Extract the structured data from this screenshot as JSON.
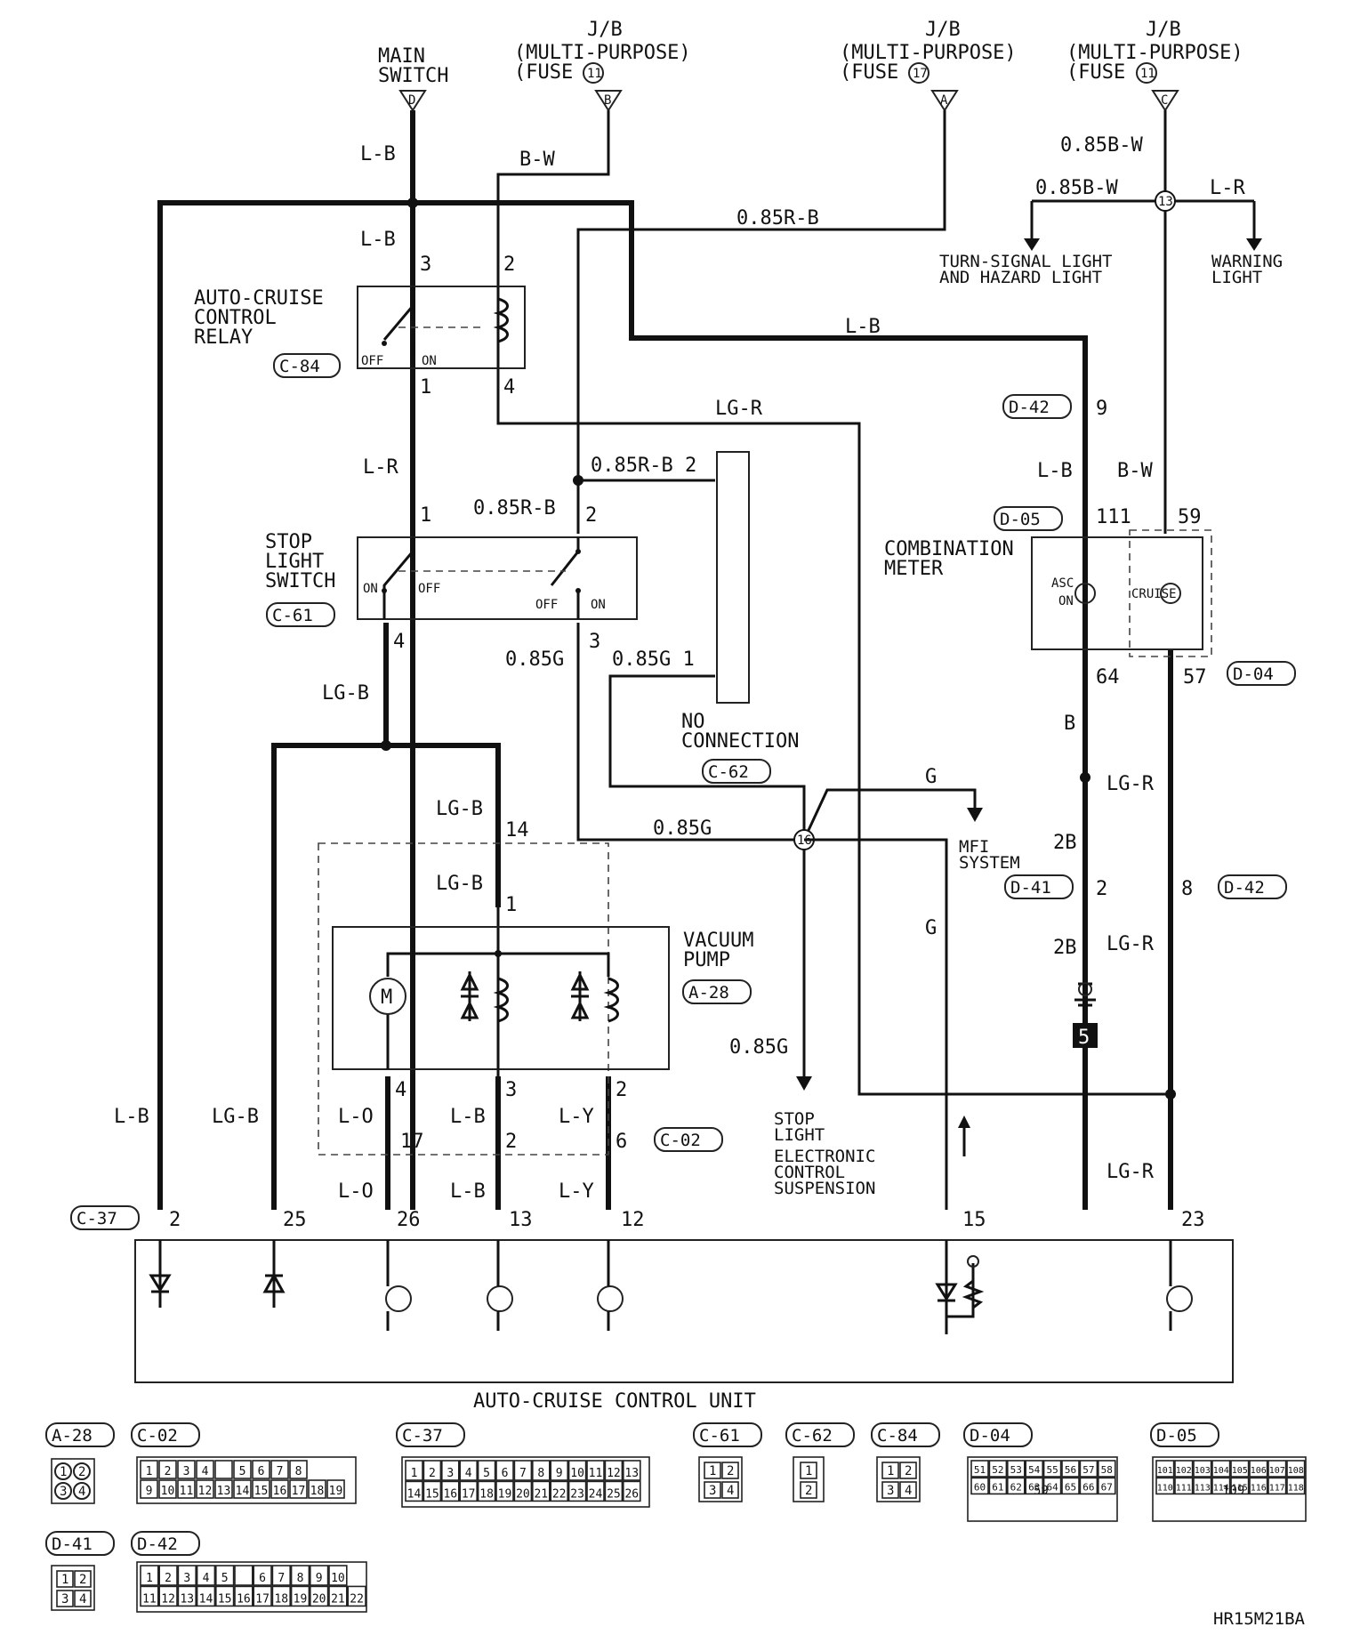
{
  "sources": {
    "main_switch": {
      "line1": "MAIN",
      "line2": "SWITCH",
      "pin": "D"
    },
    "jb_fuse11_b": {
      "line0": "J/B",
      "line1": "(MULTI-PURPOSE)",
      "line2": "(FUSE",
      "fuse": "11",
      "pin": "B"
    },
    "jb_fuse17_a": {
      "line0": "J/B",
      "line1": "(MULTI-PURPOSE)",
      "line2": "(FUSE",
      "fuse": "17",
      "pin": "A"
    },
    "jb_fuse11_c": {
      "line0": "J/B",
      "line1": "(MULTI-PURPOSE)",
      "line2": "(FUSE",
      "fuse": "11",
      "pin": "C"
    }
  },
  "wires": {
    "lb_top": "L-B",
    "bw_top": "B-W",
    "r085rb": "0.85R-B",
    "b085bw_v": "0.85B-W",
    "b085bw_h": "0.85B-W",
    "lr_warn": "L-R",
    "lb_relay_in": "L-B",
    "lb_meter": "L-B",
    "lgr_relay4": "LG-R",
    "lr_relay_out": "L-R",
    "r085rb_2": "0.85R-B 2",
    "r085rb_sw": "0.85R-B",
    "lgb_stop4": "LG-B",
    "g085_stop3": "0.85G",
    "g085_c62": "0.85G 1",
    "lgb_14": "LG-B",
    "lgb_1": "LG-B",
    "g085_junction": "0.85G",
    "g_mfi": "G",
    "g_ecu15": "G",
    "g085_stoplight": "0.85G",
    "lb_meter_in": "L-B",
    "bw_meter_in": "B-W",
    "b_meter_out": "B",
    "lgr_meter_out": "LG-R",
    "b2_a": "2B",
    "b2_b": "2B",
    "lgr_d42": "LG-R",
    "lgr_23": "LG-R",
    "lb_left": "L-B",
    "lgb_left": "LG-B",
    "lo_up": "L-O",
    "lb_up": "L-B",
    "ly_up": "L-Y",
    "lo_dn": "L-O",
    "lb_dn": "L-B",
    "ly_dn": "L-Y"
  },
  "components": {
    "relay": {
      "l1": "AUTO-CRUISE",
      "l2": "CONTROL",
      "l3": "RELAY",
      "conn": "C-84",
      "off": "OFF",
      "on": "ON",
      "p3": "3",
      "p2": "2",
      "p1": "1",
      "p4": "4"
    },
    "stop_switch": {
      "l1": "STOP",
      "l2": "LIGHT",
      "l3": "SWITCH",
      "conn": "C-61",
      "on1": "ON",
      "off1": "OFF",
      "off2": "OFF",
      "on2": "ON",
      "p1": "1",
      "p2": "2",
      "p4": "4",
      "p3": "3"
    },
    "no_conn": {
      "l1": "NO",
      "l2": "CONNECTION",
      "conn": "C-62"
    },
    "vacuum_pump": {
      "l1": "VACUUM",
      "l2": "PUMP",
      "conn": "A-28",
      "p4": "4",
      "p3": "3",
      "p2": "2",
      "p1": "1",
      "p14": "14",
      "p17": "17",
      "p2b": "2",
      "p6": "6",
      "conn2": "C-02",
      "motor": "M"
    },
    "meter": {
      "l1": "COMBINATION",
      "l2": "METER",
      "asc1": "ASC",
      "asc2": "ON",
      "cruise": "CRUISE",
      "p111": "111",
      "p59": "59",
      "p64": "64",
      "p57": "57",
      "conn_d05": "D-05",
      "conn_d04": "D-04",
      "conn_d42": "D-42",
      "p9": "9"
    },
    "splice13": "13",
    "splice16": "16",
    "turn_signal": {
      "l1": "TURN-SIGNAL LIGHT",
      "l2": "AND HAZARD LIGHT"
    },
    "warning": {
      "l1": "WARNING",
      "l2": "LIGHT"
    },
    "mfi": {
      "l1": "MFI",
      "l2": "SYSTEM"
    },
    "d41": {
      "conn": "D-41",
      "p2": "2"
    },
    "d42b": {
      "conn": "D-42",
      "p8": "8"
    },
    "ground": "5",
    "stop_light": {
      "l1": "STOP",
      "l2": "LIGHT",
      "l3": "ELECTRONIC",
      "l4": "CONTROL",
      "l5": "SUSPENSION"
    },
    "ecu": {
      "title": "AUTO-CRUISE CONTROL UNIT",
      "conn": "C-37",
      "pins": [
        "2",
        "25",
        "26",
        "13",
        "12",
        "15",
        "23"
      ]
    }
  },
  "connector_legend": [
    {
      "id": "A-28",
      "rows": [
        [
          "1",
          "2"
        ],
        [
          "3",
          "4"
        ]
      ]
    },
    {
      "id": "C-02",
      "rows": [
        [
          "1",
          "2",
          "3",
          "4",
          "",
          "5",
          "6",
          "7",
          "8"
        ],
        [
          "9",
          "10",
          "11",
          "12",
          "13",
          "14",
          "15",
          "16",
          "17",
          "18",
          "19"
        ]
      ]
    },
    {
      "id": "C-37",
      "rows": [
        [
          "1",
          "2",
          "3",
          "4",
          "5",
          "6",
          "7",
          "8",
          "9",
          "10",
          "11",
          "12",
          "13"
        ],
        [
          "14",
          "15",
          "16",
          "17",
          "18",
          "19",
          "20",
          "21",
          "22",
          "23",
          "24",
          "25",
          "26"
        ]
      ]
    },
    {
      "id": "C-61",
      "rows": [
        [
          "1",
          "2"
        ],
        [
          "3",
          "4"
        ]
      ]
    },
    {
      "id": "C-62",
      "rows": [
        [
          "1"
        ],
        [
          "2"
        ]
      ]
    },
    {
      "id": "C-84",
      "rows": [
        [
          "1",
          "2"
        ],
        [
          "3",
          "4"
        ]
      ]
    },
    {
      "id": "D-04",
      "rows": [
        [
          "51",
          "52",
          "53",
          "54",
          "55",
          "56",
          "57",
          "58"
        ],
        [
          "60",
          "61",
          "62",
          "63",
          "64",
          "65",
          "66",
          "67"
        ]
      ],
      "mid": "59"
    },
    {
      "id": "D-05",
      "rows": [
        [
          "101",
          "102",
          "103",
          "104",
          "105",
          "106",
          "107",
          "108"
        ],
        [
          "110",
          "111",
          "113",
          "114",
          "115",
          "116",
          "117",
          "118"
        ]
      ],
      "mid": "109"
    },
    {
      "id": "D-41",
      "rows": [
        [
          "1",
          "2"
        ],
        [
          "3",
          "4"
        ]
      ]
    },
    {
      "id": "D-42",
      "rows": [
        [
          "1",
          "2",
          "3",
          "4",
          "5",
          "",
          "6",
          "7",
          "8",
          "9",
          "10"
        ],
        [
          "11",
          "12",
          "13",
          "14",
          "15",
          "16",
          "17",
          "18",
          "19",
          "20",
          "21",
          "22"
        ]
      ]
    }
  ],
  "footer_code": "HR15M21BA"
}
